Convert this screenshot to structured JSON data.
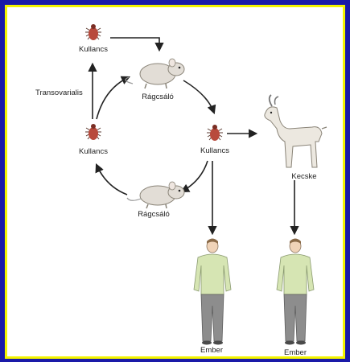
{
  "diagram": {
    "labels": {
      "tick_top": "Kullancs",
      "rodent_top": "Rágcsáló",
      "transovarial": "Transovarialis",
      "tick_left": "Kullancs",
      "tick_center": "Kullancs",
      "goat": "Kecske",
      "rodent_bottom": "Rágcsáló",
      "human_left": "Ember",
      "human_right": "Ember"
    },
    "colors": {
      "frame_outer": "#1a1aa8",
      "frame_inner": "#f3f300",
      "background": "#ffffff",
      "arrow": "#222222",
      "tick": "#b84a3c",
      "rat": "#e2ddd6",
      "goat": "#ece8e0",
      "shirt": "#d6e5b3",
      "pants": "#8d8d8d"
    }
  }
}
